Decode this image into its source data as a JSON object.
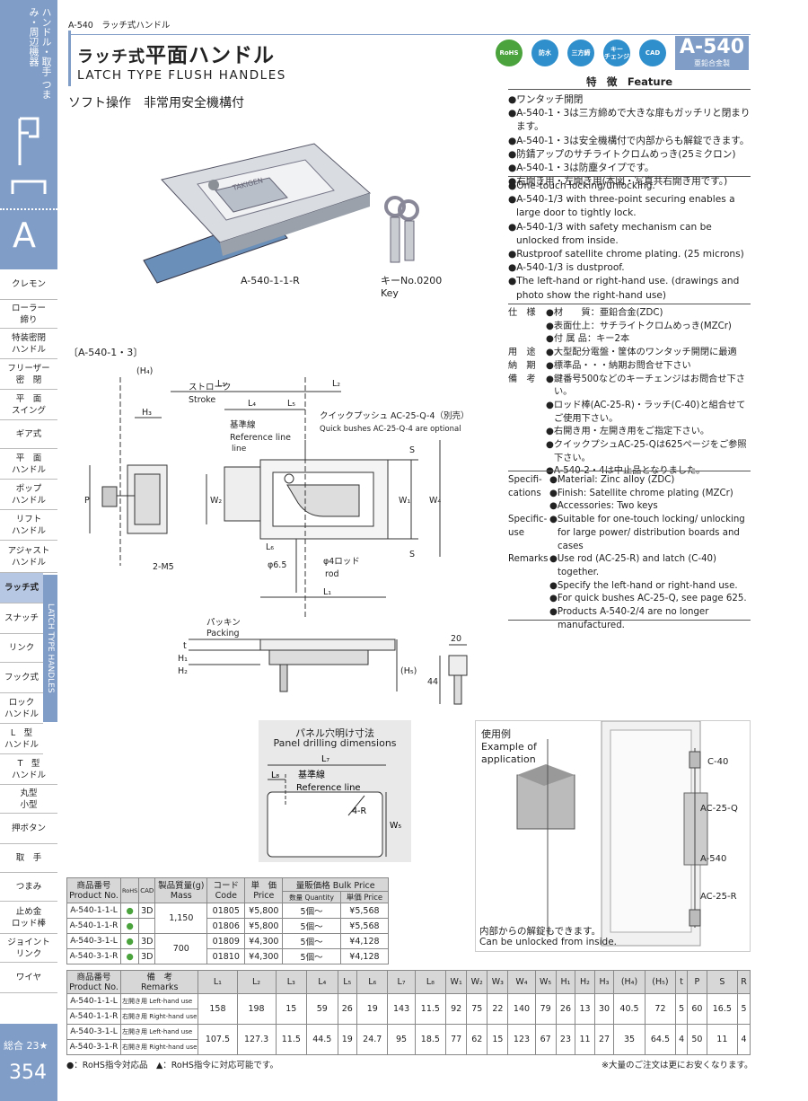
{
  "header": {
    "breadcrumb_code": "A-540",
    "breadcrumb_title": "ラッチ式ハンドル",
    "title_jp_a": "ラッチ式",
    "title_jp_b": "平面ハンドル",
    "title_en": "LATCH TYPE FLUSH HANDLES",
    "subtitle": "ソフト操作　非常用安全機構付",
    "code": "A-540",
    "material_tag": "亜鉛合金製"
  },
  "icons": [
    {
      "name": "rohs-icon",
      "label": "RoHS",
      "color": "#4aa33c"
    },
    {
      "name": "waterproof-icon",
      "label": "防水",
      "color": "#2e8fcc"
    },
    {
      "name": "three-point-icon",
      "label": "三方締",
      "color": "#2e8fcc"
    },
    {
      "name": "key-change-icon",
      "label": "キー\nチェンジ",
      "color": "#2e8fcc"
    },
    {
      "name": "cad-icon",
      "label": "CAD",
      "color": "#2e8fcc"
    }
  ],
  "sidebar": {
    "category": "ハンドル・取手\nつまみ・周辺機器",
    "letter": "A",
    "vertical": "LATCH TYPE HANDLES",
    "total": "総合 23★",
    "page": "354",
    "items": [
      "クレモン",
      "ローラー\n締り",
      "特装密閉\nハンドル",
      "フリーザー\n密　閉",
      "平　面\nスイング",
      "ギア式",
      "平　面\nハンドル",
      "ポップ\nハンドル",
      "リフト\nハンドル",
      "アジャスト\nハンドル",
      "ラッチ式",
      "スナッチ",
      "リンク",
      "フック式",
      "ロック\nハンドル",
      "L　型\nハンドル",
      "T　型\nハンドル",
      "丸型\n小型",
      "押ボタン",
      "取　手",
      "つまみ",
      "止め金\nロッド棒",
      "ジョイント\nリンク",
      "ワイヤ"
    ]
  },
  "product": {
    "photo_label": "A-540-1-1-R",
    "key_label": "キーNo.0200",
    "key_label_en": "Key",
    "handle_brand": "TAKIGEN"
  },
  "feature": {
    "heading": "特　徴　Feature",
    "jp": [
      "ワンタッチ開閉",
      "A-540-1・3は三方締めで大きな扉もガッチリと閉まります。",
      "A-540-1・3は安全機構付で内部からも解錠できます。",
      "防錆アップのサチライトクロムめっき(25ミクロン)",
      "A-540-1・3は防塵タイプです。",
      "右開き用・左開き用(本図・写真共右開き用です。)"
    ],
    "en": [
      "One-touch locking/unlocking.",
      "A-540-1/3 with three-point securing enables a large door to tightly lock.",
      "A-540-1/3 with safety mechanism can be unlocked from inside.",
      "Rustproof satellite chrome plating. (25 microns)",
      "A-540-1/3 is dustproof.",
      "The left-hand or right-hand use. (drawings and photo show the right-hand use)"
    ]
  },
  "spec_jp": [
    {
      "k": "仕　様",
      "v": [
        "材　　質：亜鉛合金(ZDC)",
        "表面仕上：サチライトクロムめっき(MZCr)",
        "付 属 品：キー2本"
      ]
    },
    {
      "k": "用　途",
      "v": [
        "大型配分電盤・筐体のワンタッチ開閉に最適"
      ]
    },
    {
      "k": "納　期",
      "v": [
        "標準品・・・納期お問合せ下さい"
      ]
    },
    {
      "k": "備　考",
      "v": [
        "鍵番号500などのキーチェンジはお問合せ下さい。",
        "ロッド棒(AC-25-R)・ラッチ(C-40)と組合せてご使用下さい。",
        "右開き用・左開き用をご指定下さい。",
        "クイックプシュAC-25-Qは625ページをご参照下さい。",
        "A-540-2・4は中止品となりました。"
      ]
    }
  ],
  "spec_en": [
    {
      "k": "Specifi-\ncations",
      "v": [
        "Material: Zinc alloy (ZDC)",
        "Finish: Satellite chrome plating (MZCr)",
        "Accessories: Two keys"
      ]
    },
    {
      "k": "Specific-\nuse",
      "v": [
        "Suitable for one-touch locking/ unlocking for large power/ distribution boards and cases"
      ]
    },
    {
      "k": "Remarks",
      "v": [
        "Use rod (AC-25-R) and latch (C-40) together.",
        "Specify the left-hand or right-hand use.",
        "For quick bushes AC-25-Q, see page 625.",
        "Products A-540-2/4 are no longer manufactured."
      ]
    }
  ],
  "drawing": {
    "caption": "〔A-540-1・3〕",
    "stroke": "ストローク",
    "stroke_en": "Stroke",
    "ref_jp": "基準線",
    "ref_en": "Reference line",
    "quick": "クイックプッシュ AC-25-Q-4（別売）",
    "quick_en": "Quick bushes AC-25-Q-4 are optional",
    "rod": "φ4ロッド",
    "rod_en": "rod",
    "phi": "φ6.5",
    "m5": "2-M5",
    "packing": "パッキン",
    "packing_en": "Packing",
    "dims": {
      "h4": "(H₄)",
      "h3": "H₃",
      "l3": "L₃",
      "l2": "L₂",
      "l4": "L₄",
      "l5": "L₅",
      "l6": "L₆",
      "l1": "L₁",
      "p": "P",
      "w2": "W₂",
      "w1": "W₁",
      "w4": "W₄",
      "s": "S",
      "h1": "H₁",
      "h2": "H₂",
      "t": "t",
      "h5": "(H₅)",
      "k20": "20",
      "k44": "44"
    }
  },
  "panel": {
    "title": "パネル穴明け寸法",
    "title_en": "Panel drilling dimensions",
    "l7": "L₇",
    "l8": "L₈",
    "ref_jp": "基準線",
    "ref_en": "Reference line",
    "r": "4-R",
    "w5": "W₅"
  },
  "example": {
    "title": "使用例",
    "title_en": "Example of application",
    "labels": [
      "C-40",
      "AC-25-Q",
      "A-540",
      "AC-25-R"
    ],
    "note": "内部からの解錠もできます。",
    "note_en": "Can be unlocked from inside."
  },
  "price_table": {
    "headers": [
      "商品番号\nProduct No.",
      "RoHS",
      "CAD",
      "製品質量(g)\nMass",
      "コード\nCode",
      "単　価\nPrice",
      "量販価格 Bulk Price"
    ],
    "sub_headers": [
      "数量 Quantity",
      "単価 Price"
    ],
    "rows": [
      {
        "no": "A-540-1-1-L",
        "cad": "3D",
        "mass": "1,150",
        "code": "01805",
        "price": "¥5,800",
        "qty": "5個～",
        "bulk": "¥5,568"
      },
      {
        "no": "A-540-1-1-R",
        "cad": "",
        "mass": "",
        "code": "01806",
        "price": "¥5,800",
        "qty": "5個～",
        "bulk": "¥5,568"
      },
      {
        "no": "A-540-3-1-L",
        "cad": "3D",
        "mass": "700",
        "code": "01809",
        "price": "¥4,300",
        "qty": "5個～",
        "bulk": "¥4,128"
      },
      {
        "no": "A-540-3-1-R",
        "cad": "3D",
        "mass": "",
        "code": "01810",
        "price": "¥4,300",
        "qty": "5個～",
        "bulk": "¥4,128"
      }
    ]
  },
  "dim_table": {
    "headers": [
      "商品番号\nProduct No.",
      "備　考\nRemarks",
      "L₁",
      "L₂",
      "L₃",
      "L₄",
      "L₅",
      "L₆",
      "L₇",
      "L₈",
      "W₁",
      "W₂",
      "W₃",
      "W₄",
      "W₅",
      "H₁",
      "H₂",
      "H₃",
      "(H₄)",
      "(H₅)",
      "t",
      "P",
      "S",
      "R"
    ],
    "rows": [
      {
        "no": "A-540-1-1-L",
        "rem": "左開き用 Left-hand use"
      },
      {
        "no": "A-540-1-1-R",
        "rem": "右開き用 Right-hand use"
      },
      {
        "no": "A-540-3-1-L",
        "rem": "左開き用 Left-hand use"
      },
      {
        "no": "A-540-3-1-R",
        "rem": "右開き用 Right-hand use"
      }
    ],
    "values": [
      [
        "158",
        "198",
        "15",
        "59",
        "26",
        "19",
        "143",
        "11.5",
        "92",
        "75",
        "22",
        "140",
        "79",
        "26",
        "13",
        "30",
        "40.5",
        "72",
        "5",
        "60",
        "16.5",
        "5"
      ],
      [
        "107.5",
        "127.3",
        "11.5",
        "44.5",
        "19",
        "24.7",
        "95",
        "18.5",
        "77",
        "62",
        "15",
        "123",
        "67",
        "23",
        "11",
        "27",
        "35",
        "64.5",
        "4",
        "50",
        "11",
        "4"
      ]
    ]
  },
  "footer": {
    "legend": "●：RoHS指令対応品　▲：RoHS指令に対応可能です。",
    "note": "※大量のご注文は更にお安くなります。"
  }
}
